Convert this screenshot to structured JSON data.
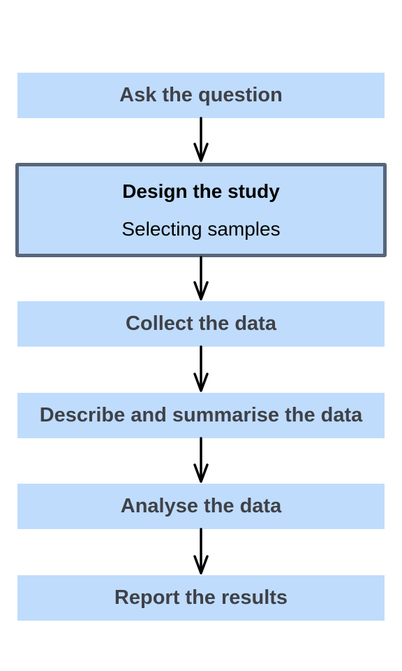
{
  "flowchart": {
    "steps": [
      {
        "label": "Ask the question"
      },
      {
        "label": "Design the study",
        "sublabel": "Selecting samples",
        "highlighted": true
      },
      {
        "label": "Collect the data"
      },
      {
        "label": "Describe and summarise the data"
      },
      {
        "label": "Analyse the data"
      },
      {
        "label": "Report the results"
      }
    ],
    "colors": {
      "box_fill": "#bfdcfc",
      "box_text": "#3f4148",
      "highlight_border": "#58657a",
      "arrow": "#000000"
    }
  }
}
